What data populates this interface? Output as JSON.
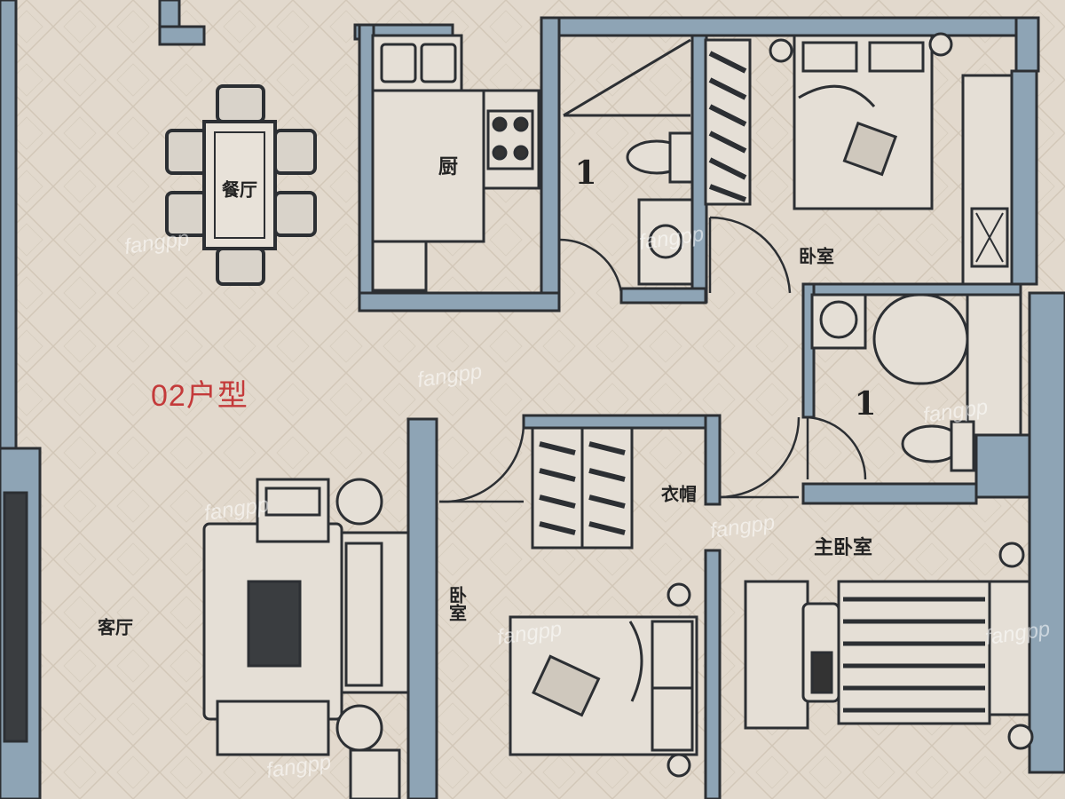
{
  "plan": {
    "unit_type_label": "02户型",
    "rooms": {
      "dining": "餐厅",
      "kitchen": "厨",
      "bath_1_mark": "1",
      "bedroom_ne": "卧室",
      "bath_2_mark": "1",
      "closet": "衣帽",
      "master_bedroom": "主卧室",
      "bedroom_s": "卧室",
      "living": "客厅"
    },
    "watermark": "fangpp",
    "colors": {
      "background": "#e2d9cd",
      "wall_fill": "#8ea4b5",
      "wall_stroke": "#2c2f33",
      "label_red": "#c43a3a"
    }
  }
}
